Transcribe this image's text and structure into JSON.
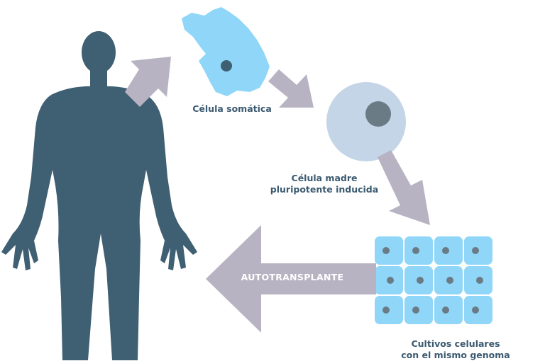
{
  "labels": {
    "somatic_cell": "Célula somática",
    "ipsc_line1": "Célula madre",
    "ipsc_line2": "pluripotente inducida",
    "cultures_line1": "Cultivos celulares",
    "cultures_line2": "con el mismo genoma",
    "autotransplant": "AUTOTRANSPLANTE"
  },
  "colors": {
    "body": "#3f5f73",
    "arrow": "#b8b3c2",
    "somatic_cell": "#8fd6f8",
    "nucleus": "#3f5f73",
    "stem_cell": "#c3d5e6",
    "stem_nucleus": "#6b7b86",
    "culture": "#8fd6f8",
    "label_text": "#3b5a70"
  },
  "culture_grid": {
    "rows": 3,
    "cols": 4
  }
}
